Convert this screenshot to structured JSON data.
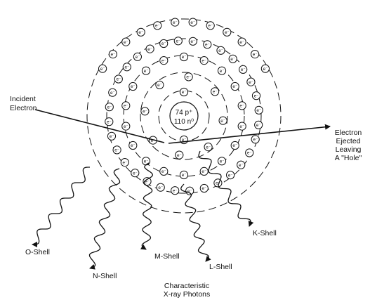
{
  "diagram": {
    "nucleus": {
      "protons": "74 p⁺",
      "neutrons": "110 n⁰"
    },
    "electron_symbol": "e⁻",
    "labels": {
      "incident_1": "Incident",
      "incident_2": "Electron",
      "ejected_1": "Electron",
      "ejected_2": "Ejected",
      "ejected_3": "Leaving",
      "ejected_4": "A \"Hole\"",
      "k_shell": "K-Shell",
      "l_shell": "L-Shell",
      "m_shell": "M-Shell",
      "n_shell": "N-Shell",
      "o_shell": "O-Shell",
      "photons_1": "Characteristic",
      "photons_2": "X-ray Photons"
    },
    "shells": [
      {
        "name": "K",
        "electrons": 2
      },
      {
        "name": "L",
        "electrons": 8
      },
      {
        "name": "M",
        "electrons": 18
      },
      {
        "name": "N",
        "electrons": 32
      },
      {
        "name": "O",
        "electrons": 12
      }
    ],
    "colors": {
      "ink": "#111111",
      "background": "#ffffff"
    }
  }
}
